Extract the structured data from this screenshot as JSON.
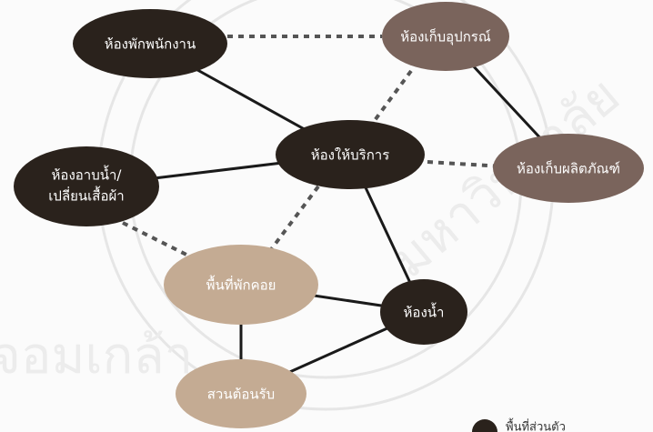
{
  "diagram": {
    "nodes": {
      "staff_room": "ห้องพักพนักงาน",
      "equipment_room": "ห้องเก็บอุปกรณ์",
      "service_room": "ห้องให้บริการ",
      "product_room": "ห้องเก็บผลิตภัณฑ์",
      "shower_room_line1": "ห้องอาบน้ำ/",
      "shower_room_line2": "เปลี่ยนเสื้อผ้า",
      "lounge": "พื้นที่พักคอย",
      "restroom": "ห้องน้ำ",
      "reception": "สวนต้อนรับ"
    },
    "legend": {
      "label": "พื้นที่ส่วนตัว"
    },
    "colors": {
      "dark_brown": "#2a221c",
      "mauve_brown": "#7a645c",
      "tan": "#c4ab93",
      "line": "#1a1a1a",
      "dashed_line": "#555555"
    }
  }
}
